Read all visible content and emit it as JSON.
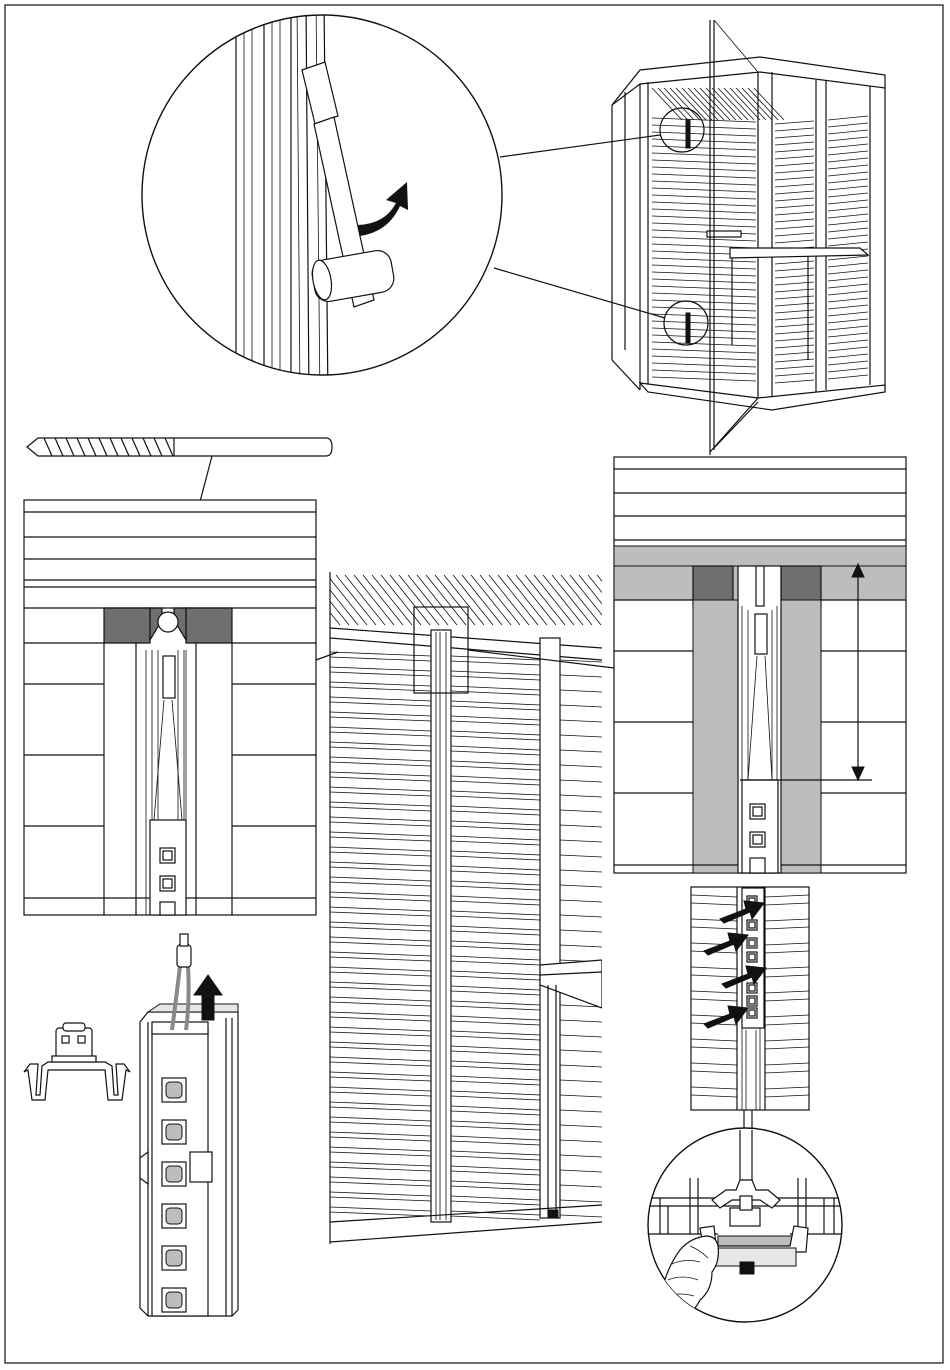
{
  "page": {
    "frame_color": "#111111",
    "background_color": "#ffffff",
    "accent_gray": "#6f6f6f",
    "light_gray": "#bdbdbd"
  },
  "panels": [
    {
      "id": "detail-rubber-mallet-insertion",
      "icons": [
        "rubber-mallet-icon",
        "curved-arrow-icon"
      ]
    },
    {
      "id": "overview-sauna-cabin",
      "icons": [
        "sauna-cabin-icon",
        "glass-door-icon"
      ]
    },
    {
      "id": "screw-callout",
      "icons": [
        "screw-icon"
      ]
    },
    {
      "id": "section-left-led-strip-top",
      "icons": [
        "led-strip-icon"
      ]
    },
    {
      "id": "wall-interior-perspective",
      "icons": [
        "wall-panel-icon",
        "bench-icon"
      ]
    },
    {
      "id": "section-right-measure",
      "icons": [
        "dimension-arrow-icon",
        "led-strip-icon"
      ]
    },
    {
      "id": "clip-bracket-detail",
      "icons": [
        "clip-bracket-icon"
      ]
    },
    {
      "id": "led-strip-pull-up",
      "icons": [
        "led-strip-icon",
        "cable-icon",
        "up-arrow-icon"
      ]
    },
    {
      "id": "led-strip-press-in",
      "icons": [
        "push-arrow-icon",
        "led-strip-icon"
      ]
    },
    {
      "id": "hand-press-clip-detail",
      "icons": [
        "hand-icon",
        "profile-section-icon"
      ]
    }
  ]
}
